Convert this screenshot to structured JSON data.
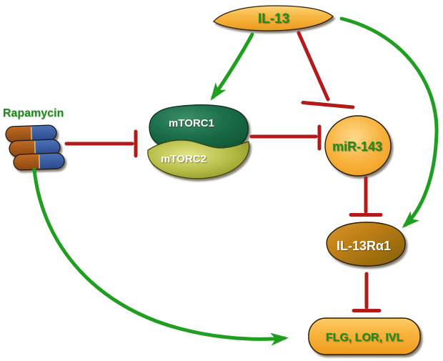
{
  "figure": {
    "kind": "signaling-pathway-diagram",
    "background_color": "#ffffff",
    "nodes": {
      "il13": {
        "label": "IL-13",
        "shape": "pointed-ellipse",
        "fill": "orange-gradient",
        "label_color": "green"
      },
      "mtorc1": {
        "label": "mTORC1",
        "shape": "blob",
        "fill": "dark-green-gradient",
        "label_color": "white"
      },
      "mtorc2": {
        "label": "mTORC2",
        "shape": "crescent",
        "fill": "olive-green-gradient",
        "label_color": "white"
      },
      "mir143": {
        "label": "miR-143",
        "shape": "ellipse",
        "fill": "orange-gradient",
        "label_color": "green"
      },
      "il13ra1": {
        "label": "IL-13Rα1",
        "shape": "blob",
        "fill": "brown-orange-gradient",
        "label_color": "white"
      },
      "targets": {
        "label": "FLG, LOR, IVL",
        "shape": "rounded-rect",
        "fill": "orange-gradient",
        "label_color": "green"
      },
      "rapamycin": {
        "label": "Rapamycin",
        "shape": "pill-capsules",
        "pill_count": 3,
        "label_color": "green"
      }
    },
    "edges": [
      {
        "from": "IL-13",
        "to": "mTORC1",
        "type": "activation",
        "marker": "arrow",
        "color": "#1f9e1f"
      },
      {
        "from": "IL-13",
        "to": "miR-143",
        "type": "inhibition",
        "marker": "t-bar",
        "color": "#b31a1a"
      },
      {
        "from": "IL-13",
        "to": "IL-13Rα1",
        "type": "activation",
        "marker": "arrow",
        "color": "#1f9e1f"
      },
      {
        "from": "Rapamycin",
        "to": "mTORC1/mTORC2",
        "type": "inhibition",
        "marker": "t-bar",
        "color": "#b31a1a"
      },
      {
        "from": "mTORC1/mTORC2",
        "to": "miR-143",
        "type": "inhibition",
        "marker": "t-bar",
        "color": "#b31a1a"
      },
      {
        "from": "miR-143",
        "to": "IL-13Rα1",
        "type": "inhibition",
        "marker": "t-bar",
        "color": "#b31a1a"
      },
      {
        "from": "IL-13Rα1",
        "to": "FLG, LOR, IVL",
        "type": "inhibition",
        "marker": "t-bar",
        "color": "#b31a1a"
      },
      {
        "from": "Rapamycin",
        "to": "FLG, LOR, IVL",
        "type": "activation",
        "marker": "arrow",
        "color": "#1f9e1f"
      }
    ],
    "colors": {
      "activation_green": "#1f9e1f",
      "inhibition_red": "#b31a1a",
      "label_green": "#1d8e1d",
      "label_white": "#ffffff",
      "node_orange": "#f6ad33",
      "mtorc1_green": "#17694a",
      "mtorc2_olive": "#9ba12c",
      "il13ra1_brown": "#b0791c",
      "pill_brown": "#a75a1e",
      "pill_blue": "#3c5fa6"
    }
  }
}
